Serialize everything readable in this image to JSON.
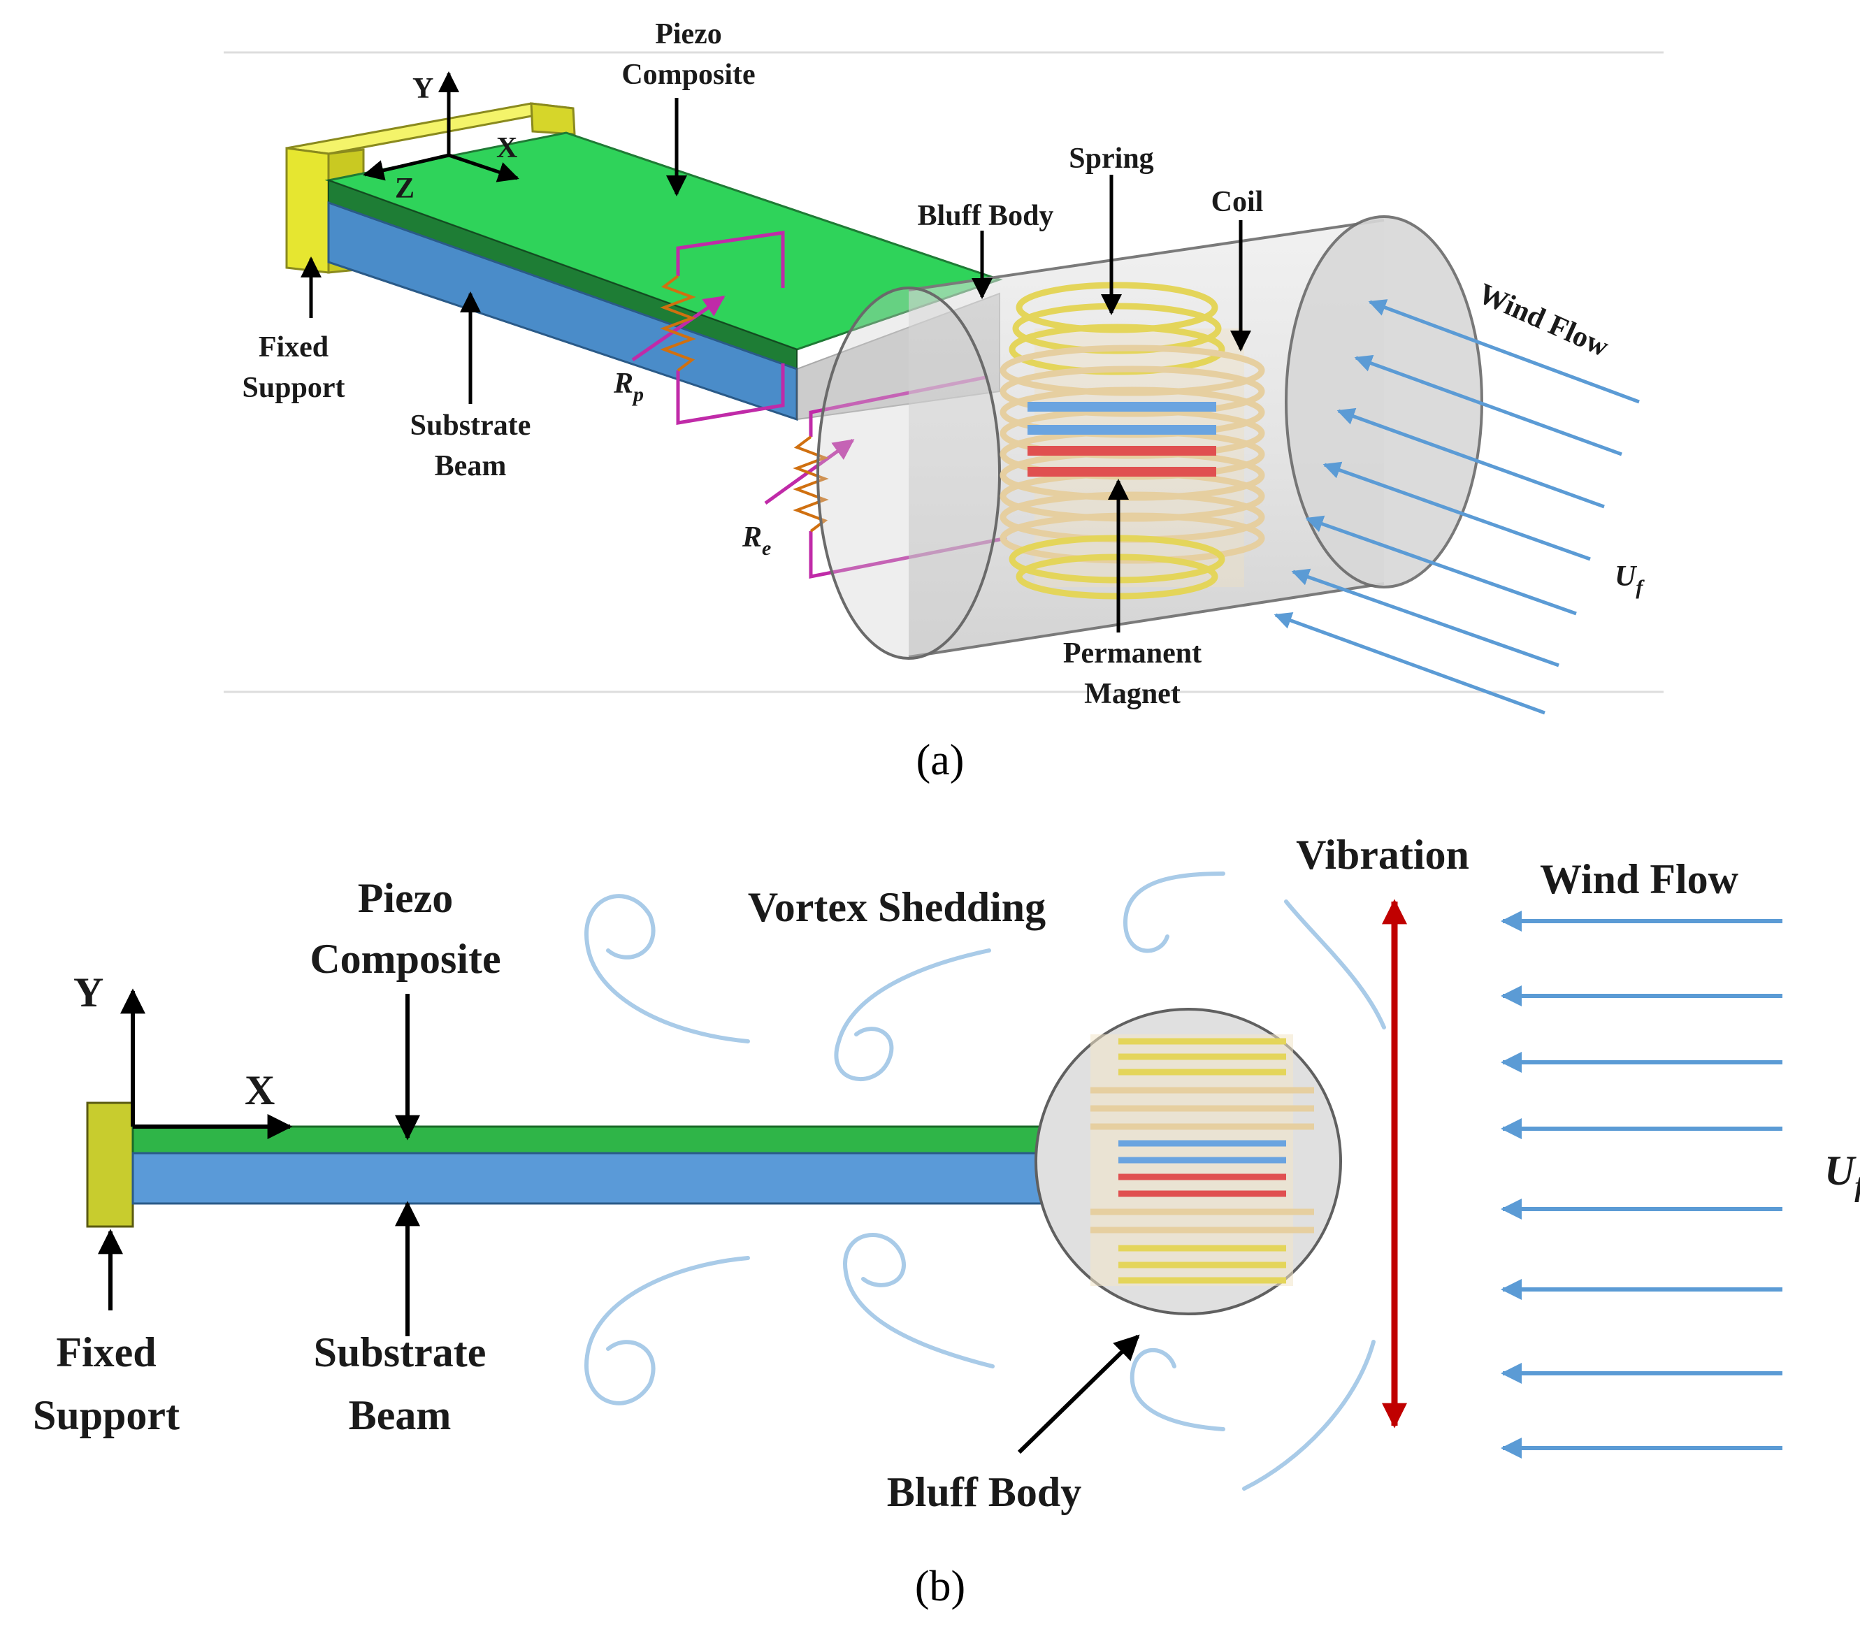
{
  "panel_a": {
    "caption": "(a)",
    "axes": {
      "y": "Y",
      "x": "X",
      "z": "Z"
    },
    "labels": {
      "piezo_line1": "Piezo",
      "piezo_line2": "Composite",
      "spring": "Spring",
      "coil": "Coil",
      "bluff_body": "Bluff Body",
      "wind_flow": "Wind Flow",
      "fixed_line1": "Fixed",
      "fixed_line2": "Support",
      "substrate_line1": "Substrate",
      "substrate_line2": "Beam",
      "rp_main": "R",
      "rp_sub": "p",
      "re_main": "R",
      "re_sub": "e",
      "uf_main": "U",
      "uf_sub": "f",
      "magnet_line1": "Permanent",
      "magnet_line2": "Magnet"
    }
  },
  "panel_b": {
    "caption": "(b)",
    "axes": {
      "y": "Y",
      "x": "X"
    },
    "labels": {
      "piezo_line1": "Piezo",
      "piezo_line2": "Composite",
      "vortex": "Vortex Shedding",
      "vibration": "Vibration",
      "wind_flow": "Wind Flow",
      "uf_main": "U",
      "uf_sub": "f",
      "fixed_line1": "Fixed",
      "fixed_line2": "Support",
      "substrate_line1": "Substrate",
      "substrate_line2": "Beam",
      "bluff_body": "Bluff Body"
    }
  },
  "colors": {
    "support": "#e8e83a",
    "piezo": "#2fd35a",
    "substrate": "#4a8cc9",
    "wind_arrow": "#5b9bd5",
    "vortex": "#a9cbe8",
    "vibration_arrow": "#c00000",
    "wire": "#c02aa8",
    "resistor": "#d07010",
    "spring": "#e4d55a",
    "coil": "#e6cfa0",
    "magnet_red": "#e05050",
    "magnet_blue": "#6aa4e0"
  }
}
